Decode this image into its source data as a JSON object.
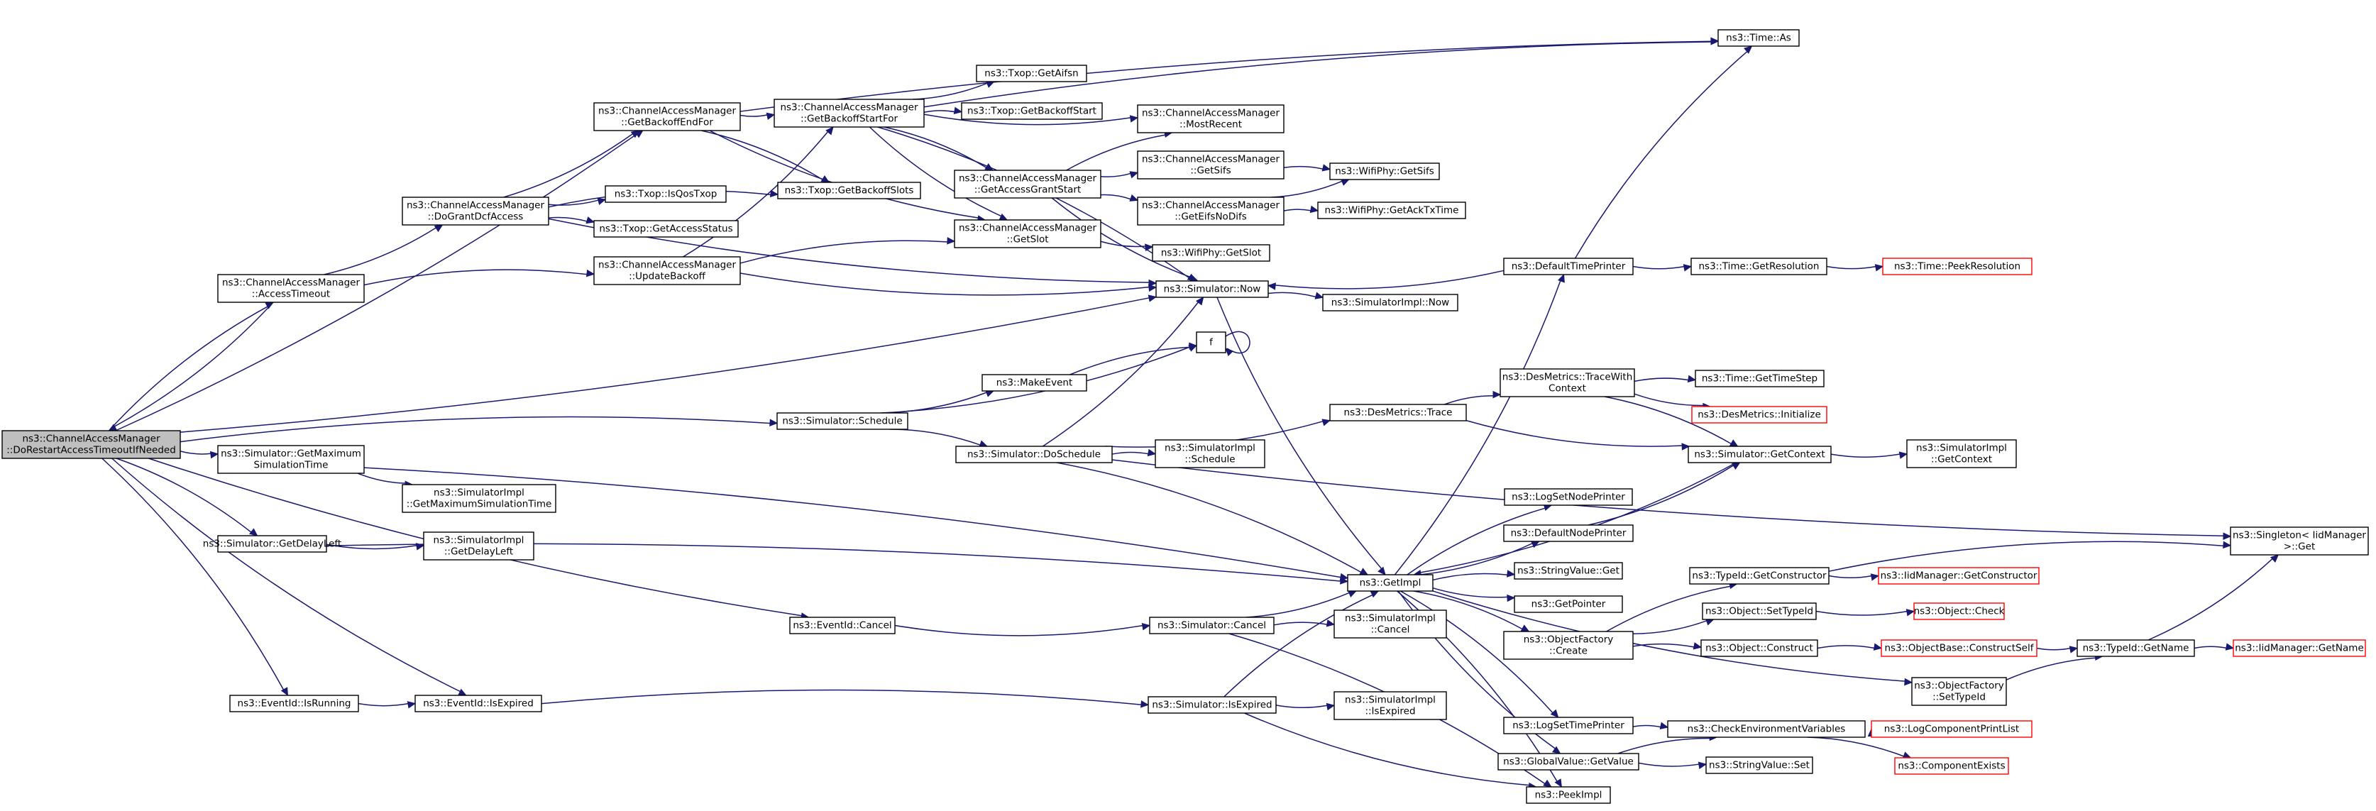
{
  "colors": {
    "edge": "#191970",
    "root_fill": "#bfbfbf",
    "red_border": "#ff0000",
    "node_border": "#000000"
  },
  "nodes": {
    "root": {
      "lines": [
        "ns3::ChannelAccessManager",
        "::DoRestartAccessTimeoutIfNeeded"
      ],
      "style": "root"
    },
    "accessTimeout": {
      "lines": [
        "ns3::ChannelAccessManager",
        "::AccessTimeout"
      ]
    },
    "doGrant": {
      "lines": [
        "ns3::ChannelAccessManager",
        "::DoGrantDcfAccess"
      ]
    },
    "getBackoffEnd": {
      "lines": [
        "ns3::ChannelAccessManager",
        "::GetBackoffEndFor"
      ]
    },
    "getBackoffStart": {
      "lines": [
        "ns3::ChannelAccessManager",
        "::GetBackoffStartFor"
      ]
    },
    "updateBackoff": {
      "lines": [
        "ns3::ChannelAccessManager",
        "::UpdateBackoff"
      ]
    },
    "getAccessGrant": {
      "lines": [
        "ns3::ChannelAccessManager",
        "::GetAccessGrantStart"
      ]
    },
    "mostRecent": {
      "lines": [
        "ns3::ChannelAccessManager",
        "::MostRecent"
      ]
    },
    "getSifs": {
      "lines": [
        "ns3::ChannelAccessManager",
        "::GetSifs"
      ]
    },
    "getEifs": {
      "lines": [
        "ns3::ChannelAccessManager",
        "::GetEifsNoDifs"
      ]
    },
    "cGetSlot": {
      "lines": [
        "ns3::ChannelAccessManager",
        "::GetSlot"
      ]
    },
    "txopAifsn": {
      "lines": [
        "ns3::Txop::GetAifsn"
      ]
    },
    "txopBackoffStart": {
      "lines": [
        "ns3::Txop::GetBackoffStart"
      ]
    },
    "txopBackoffSlots": {
      "lines": [
        "ns3::Txop::GetBackoffSlots"
      ]
    },
    "txopQos": {
      "lines": [
        "ns3::Txop::IsQosTxop"
      ]
    },
    "txopAccess": {
      "lines": [
        "ns3::Txop::GetAccessStatus"
      ]
    },
    "wifiSifs": {
      "lines": [
        "ns3::WifiPhy::GetSifs"
      ]
    },
    "wifiAck": {
      "lines": [
        "ns3::WifiPhy::GetAckTxTime"
      ]
    },
    "wifiSlot": {
      "lines": [
        "ns3::WifiPhy::GetSlot"
      ]
    },
    "timeAs": {
      "lines": [
        "ns3::Time::As"
      ]
    },
    "simNow": {
      "lines": [
        "ns3::Simulator::Now"
      ]
    },
    "implNow": {
      "lines": [
        "ns3::SimulatorImpl::Now"
      ]
    },
    "defTimePrinter": {
      "lines": [
        "ns3::DefaultTimePrinter"
      ]
    },
    "getRes": {
      "lines": [
        "ns3::Time::GetResolution"
      ]
    },
    "peekRes": {
      "lines": [
        "ns3::Time::PeekResolution"
      ],
      "style": "red"
    },
    "f": {
      "lines": [
        "f"
      ]
    },
    "makeEvent": {
      "lines": [
        "ns3::MakeEvent"
      ]
    },
    "simSchedule": {
      "lines": [
        "ns3::Simulator::Schedule"
      ]
    },
    "doSchedule": {
      "lines": [
        "ns3::Simulator::DoSchedule"
      ]
    },
    "implSchedule": {
      "lines": [
        "ns3::SimulatorImpl",
        "::Schedule"
      ]
    },
    "desTrace": {
      "lines": [
        "ns3::DesMetrics::Trace"
      ]
    },
    "desTraceCtx": {
      "lines": [
        "ns3::DesMetrics::TraceWith",
        "Context"
      ]
    },
    "getTimeStep": {
      "lines": [
        "ns3::Time::GetTimeStep"
      ]
    },
    "desInit": {
      "lines": [
        "ns3::DesMetrics::Initialize"
      ],
      "style": "red"
    },
    "simGetContext": {
      "lines": [
        "ns3::Simulator::GetContext"
      ]
    },
    "implGetContext": {
      "lines": [
        "ns3::SimulatorImpl",
        "::GetContext"
      ]
    },
    "singleton": {
      "lines": [
        "ns3::Singleton< IidManager",
        " >::Get"
      ]
    },
    "getMaxSim": {
      "lines": [
        "ns3::Simulator::GetMaximum",
        "SimulationTime"
      ]
    },
    "implMaxSim": {
      "lines": [
        "ns3::SimulatorImpl",
        "::GetMaximumSimulationTime"
      ]
    },
    "getDelayLeft": {
      "lines": [
        "ns3::Simulator::GetDelayLeft"
      ]
    },
    "implDelayLeft": {
      "lines": [
        "ns3::SimulatorImpl",
        "::GetDelayLeft"
      ]
    },
    "logNode": {
      "lines": [
        "ns3::LogSetNodePrinter"
      ]
    },
    "defNode": {
      "lines": [
        "ns3::DefaultNodePrinter"
      ]
    },
    "getImpl": {
      "lines": [
        "ns3::GetImpl"
      ]
    },
    "strGet": {
      "lines": [
        "ns3::StringValue::Get"
      ]
    },
    "getPointer": {
      "lines": [
        "ns3::GetPointer"
      ]
    },
    "objCreate": {
      "lines": [
        "ns3::ObjectFactory",
        "::Create"
      ]
    },
    "typeGetCtor": {
      "lines": [
        "ns3::TypeId::GetConstructor"
      ]
    },
    "iidGetCtor": {
      "lines": [
        "ns3::IidManager::GetConstructor"
      ],
      "style": "red"
    },
    "objSetTypeId": {
      "lines": [
        "ns3::Object::SetTypeId"
      ]
    },
    "objCheck": {
      "lines": [
        "ns3::Object::Check"
      ],
      "style": "red"
    },
    "objConstruct": {
      "lines": [
        "ns3::Object::Construct"
      ]
    },
    "constructSelf": {
      "lines": [
        "ns3::ObjectBase::ConstructSelf"
      ],
      "style": "red"
    },
    "typeGetName": {
      "lines": [
        "ns3::TypeId::GetName"
      ]
    },
    "iidGetName": {
      "lines": [
        "ns3::IidManager::GetName"
      ],
      "style": "red"
    },
    "factSetTypeId": {
      "lines": [
        "ns3::ObjectFactory",
        "::SetTypeId"
      ]
    },
    "eventCancel": {
      "lines": [
        "ns3::EventId::Cancel"
      ]
    },
    "simCancel": {
      "lines": [
        "ns3::Simulator::Cancel"
      ]
    },
    "implCancel": {
      "lines": [
        "ns3::SimulatorImpl",
        "::Cancel"
      ]
    },
    "isRunning": {
      "lines": [
        "ns3::EventId::IsRunning"
      ]
    },
    "isExpired": {
      "lines": [
        "ns3::EventId::IsExpired"
      ]
    },
    "simIsExpired": {
      "lines": [
        "ns3::Simulator::IsExpired"
      ]
    },
    "implIsExpired": {
      "lines": [
        "ns3::SimulatorImpl",
        "::IsExpired"
      ]
    },
    "logTime": {
      "lines": [
        "ns3::LogSetTimePrinter"
      ]
    },
    "checkEnv": {
      "lines": [
        "ns3::CheckEnvironmentVariables"
      ]
    },
    "logCompList": {
      "lines": [
        "ns3::LogComponentPrintList"
      ],
      "style": "red"
    },
    "compExists": {
      "lines": [
        "ns3::ComponentExists"
      ],
      "style": "red"
    },
    "globalGet": {
      "lines": [
        "ns3::GlobalValue::GetValue"
      ]
    },
    "strSet": {
      "lines": [
        "ns3::StringValue::Set"
      ]
    },
    "peekImpl": {
      "lines": [
        "ns3::PeekImpl"
      ]
    }
  },
  "edges": [
    [
      "root",
      "getBackoffEnd"
    ],
    [
      "root",
      "accessTimeout"
    ],
    [
      "root",
      "simNow"
    ],
    [
      "root",
      "simSchedule"
    ],
    [
      "root",
      "getMaxSim"
    ],
    [
      "root",
      "getDelayLeft"
    ],
    [
      "root",
      "eventCancel"
    ],
    [
      "root",
      "isRunning"
    ],
    [
      "root",
      "isExpired"
    ],
    [
      "accessTimeout",
      "root"
    ],
    [
      "accessTimeout",
      "doGrant"
    ],
    [
      "accessTimeout",
      "updateBackoff"
    ],
    [
      "doGrant",
      "getBackoffEnd"
    ],
    [
      "doGrant",
      "txopBackoffSlots"
    ],
    [
      "doGrant",
      "txopQos"
    ],
    [
      "doGrant",
      "txopAccess"
    ],
    [
      "doGrant",
      "simNow"
    ],
    [
      "getBackoffEnd",
      "timeAs"
    ],
    [
      "getBackoffEnd",
      "getBackoffStart"
    ],
    [
      "getBackoffEnd",
      "txopBackoffSlots"
    ],
    [
      "getBackoffEnd",
      "cGetSlot"
    ],
    [
      "getBackoffStart",
      "timeAs"
    ],
    [
      "getBackoffStart",
      "txopAifsn"
    ],
    [
      "getBackoffStart",
      "txopBackoffStart"
    ],
    [
      "getBackoffStart",
      "mostRecent"
    ],
    [
      "getBackoffStart",
      "getAccessGrant"
    ],
    [
      "getBackoffStart",
      "cGetSlot"
    ],
    [
      "getBackoffStart",
      "simNow"
    ],
    [
      "updateBackoff",
      "getBackoffStart"
    ],
    [
      "updateBackoff",
      "cGetSlot"
    ],
    [
      "updateBackoff",
      "simNow"
    ],
    [
      "getAccessGrant",
      "mostRecent"
    ],
    [
      "getAccessGrant",
      "getSifs"
    ],
    [
      "getAccessGrant",
      "getEifs"
    ],
    [
      "getAccessGrant",
      "simNow"
    ],
    [
      "getSifs",
      "wifiSifs"
    ],
    [
      "getEifs",
      "wifiSifs"
    ],
    [
      "getEifs",
      "wifiAck"
    ],
    [
      "cGetSlot",
      "wifiSlot"
    ],
    [
      "simNow",
      "implNow"
    ],
    [
      "simNow",
      "getImpl"
    ],
    [
      "defTimePrinter",
      "timeAs"
    ],
    [
      "defTimePrinter",
      "getRes"
    ],
    [
      "defTimePrinter",
      "simNow"
    ],
    [
      "getRes",
      "peekRes"
    ],
    [
      "f",
      "f"
    ],
    [
      "simSchedule",
      "makeEvent"
    ],
    [
      "simSchedule",
      "doSchedule"
    ],
    [
      "simSchedule",
      "f"
    ],
    [
      "makeEvent",
      "f"
    ],
    [
      "doSchedule",
      "simNow"
    ],
    [
      "doSchedule",
      "implSchedule"
    ],
    [
      "doSchedule",
      "desTrace"
    ],
    [
      "doSchedule",
      "getImpl"
    ],
    [
      "doSchedule",
      "singleton"
    ],
    [
      "desTrace",
      "desTraceCtx"
    ],
    [
      "desTrace",
      "simGetContext"
    ],
    [
      "desTraceCtx",
      "getTimeStep"
    ],
    [
      "desTraceCtx",
      "desInit"
    ],
    [
      "desTraceCtx",
      "simGetContext"
    ],
    [
      "simGetContext",
      "implGetContext"
    ],
    [
      "simGetContext",
      "getImpl"
    ],
    [
      "getMaxSim",
      "implMaxSim"
    ],
    [
      "getMaxSim",
      "getImpl"
    ],
    [
      "getDelayLeft",
      "implDelayLeft"
    ],
    [
      "getDelayLeft",
      "getImpl"
    ],
    [
      "getImpl",
      "defTimePrinter"
    ],
    [
      "getImpl",
      "logNode"
    ],
    [
      "getImpl",
      "defNode"
    ],
    [
      "getImpl",
      "strGet"
    ],
    [
      "getImpl",
      "getPointer"
    ],
    [
      "getImpl",
      "objCreate"
    ],
    [
      "getImpl",
      "factSetTypeId"
    ],
    [
      "getImpl",
      "logTime"
    ],
    [
      "getImpl",
      "globalGet"
    ],
    [
      "getImpl",
      "peekImpl"
    ],
    [
      "defNode",
      "simGetContext"
    ],
    [
      "objCreate",
      "typeGetCtor"
    ],
    [
      "objCreate",
      "objSetTypeId"
    ],
    [
      "objCreate",
      "objConstruct"
    ],
    [
      "typeGetCtor",
      "iidGetCtor"
    ],
    [
      "typeGetCtor",
      "singleton"
    ],
    [
      "objSetTypeId",
      "objCheck"
    ],
    [
      "objConstruct",
      "constructSelf"
    ],
    [
      "constructSelf",
      "typeGetName"
    ],
    [
      "typeGetName",
      "iidGetName"
    ],
    [
      "typeGetName",
      "singleton"
    ],
    [
      "factSetTypeId",
      "typeGetName"
    ],
    [
      "eventCancel",
      "simCancel"
    ],
    [
      "simCancel",
      "implCancel"
    ],
    [
      "simCancel",
      "getImpl"
    ],
    [
      "simCancel",
      "peekImpl"
    ],
    [
      "isRunning",
      "isExpired"
    ],
    [
      "isExpired",
      "simIsExpired"
    ],
    [
      "simIsExpired",
      "implIsExpired"
    ],
    [
      "simIsExpired",
      "getImpl"
    ],
    [
      "simIsExpired",
      "peekImpl"
    ],
    [
      "logTime",
      "checkEnv"
    ],
    [
      "checkEnv",
      "logCompList"
    ],
    [
      "checkEnv",
      "compExists"
    ],
    [
      "globalGet",
      "strSet"
    ],
    [
      "globalGet",
      "checkEnv"
    ]
  ]
}
